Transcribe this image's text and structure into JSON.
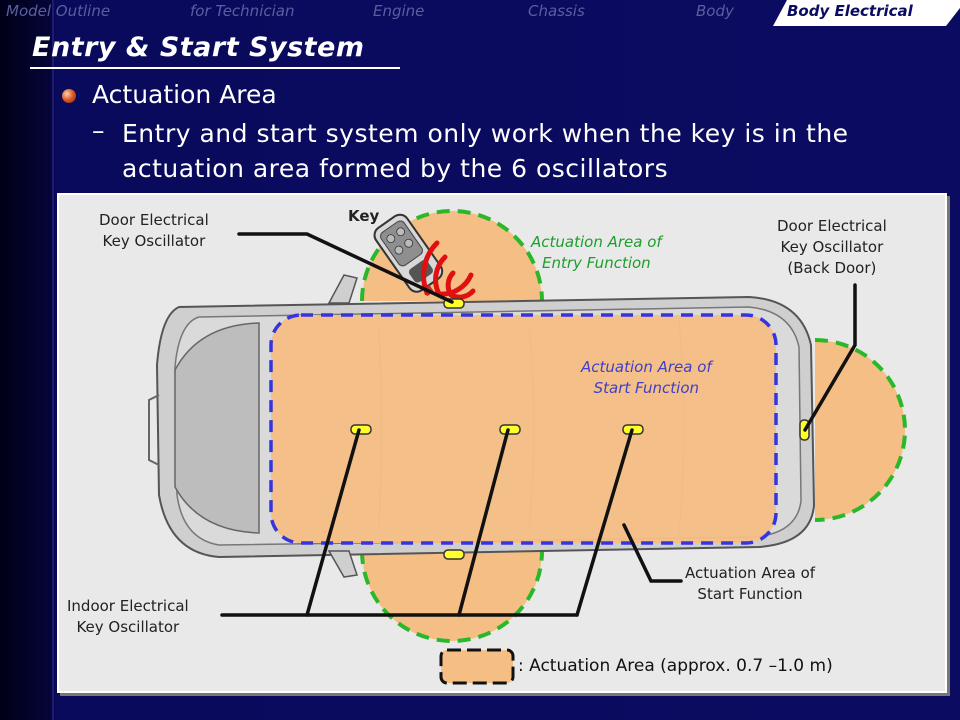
{
  "nav": {
    "tabs": [
      "Model Outline",
      "for Technician",
      "Engine",
      "Chassis",
      "Body",
      "Body Electrical"
    ],
    "active_tab": "Body Electrical"
  },
  "slide": {
    "title": "Entry & Start System",
    "heading": "Actuation Area",
    "sub_dash": "–",
    "sub_text": "Entry and start system only work when the key is in the actuation area formed by the 6 oscillators"
  },
  "diagram": {
    "labels": {
      "door_osc_left": "Door Electrical\nKey Oscillator",
      "key": "Key",
      "entry_area": "Actuation Area of\nEntry Function",
      "door_osc_back": "Door Electrical\nKey Oscillator\n(Back Door)",
      "start_area_inside": "Actuation Area of\nStart Function",
      "start_area_callout": "Actuation Area of\nStart Function",
      "indoor_osc": "Indoor Electrical\nKey Oscillator",
      "legend": ": Actuation Area (approx. 0.7 –1.0 m)"
    },
    "colors": {
      "area_fill": "#f5be84",
      "entry_border": "#2ab82a",
      "start_border": "#3535e0",
      "oscillator": "#ffff2a",
      "signal": "#e01010"
    }
  }
}
